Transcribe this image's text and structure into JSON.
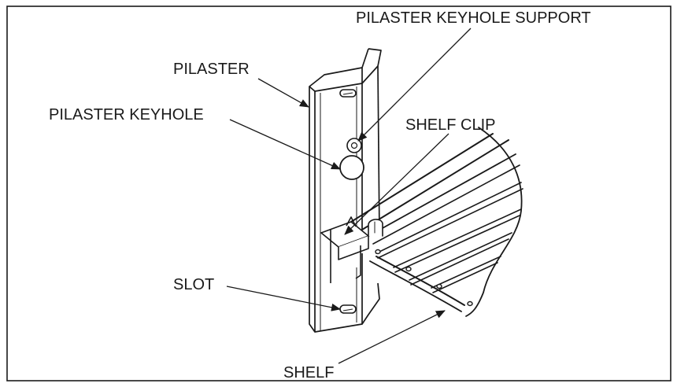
{
  "labels": {
    "pilaster_keyhole_support": "PILASTER KEYHOLE SUPPORT",
    "pilaster": "PILASTER",
    "pilaster_keyhole": "PILASTER KEYHOLE",
    "shelf_clip": "SHELF CLIP",
    "slot": "SLOT",
    "shelf": "SHELF"
  }
}
